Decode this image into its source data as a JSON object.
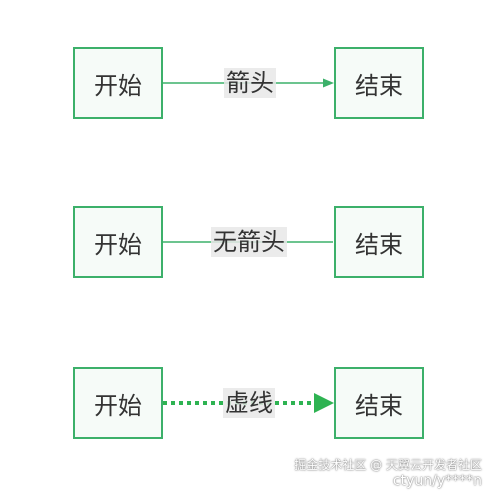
{
  "colors": {
    "node_border": "#3cb06a",
    "node_fill": "#f6fbf8",
    "edge": "#3cb06a",
    "dashed_edge": "#2eb352",
    "label_bg": "#e8e8e8",
    "text": "#333333"
  },
  "diagram": {
    "rows": [
      {
        "start": "开始",
        "end": "结束",
        "label": "箭头",
        "edge_style": "solid",
        "arrow": true
      },
      {
        "start": "开始",
        "end": "结束",
        "label": "无箭头",
        "edge_style": "solid",
        "arrow": false
      },
      {
        "start": "开始",
        "end": "结束",
        "label": "虚线",
        "edge_style": "dotted",
        "arrow": true
      }
    ]
  },
  "watermark": {
    "line1": "掘金技术社区 @ 天翼云开发者社区",
    "line2": "ctyun/y****n"
  }
}
